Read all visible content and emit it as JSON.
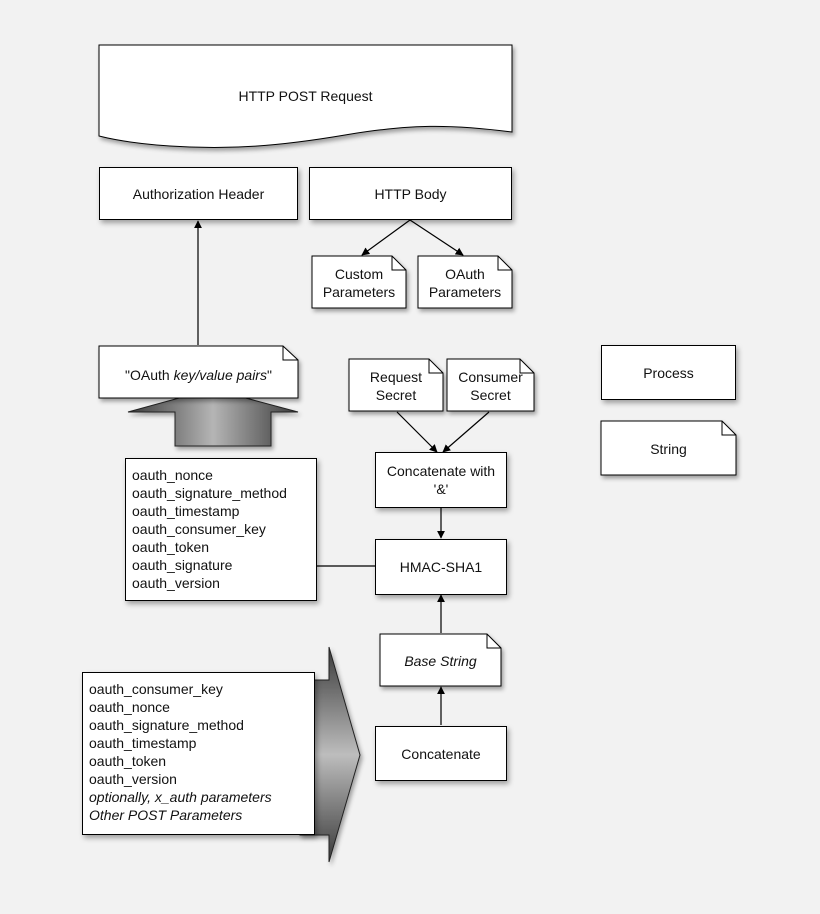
{
  "nodes": {
    "http_post_request": "HTTP POST Request",
    "authorization_header": "Authorization Header",
    "http_body": "HTTP Body",
    "custom_parameters": [
      "Custom",
      "Parameters"
    ],
    "oauth_parameters": [
      "OAuth",
      "Parameters"
    ],
    "oauth_pairs": {
      "pre": "\"OAuth ",
      "italic": "key/value pairs",
      "post": "\""
    },
    "request_secret": [
      "Request",
      "Secret"
    ],
    "consumer_secret": [
      "Consumer",
      "Secret"
    ],
    "concatenate_with": [
      "Concatenate with",
      "'&'"
    ],
    "hmac_sha1": "HMAC-SHA1",
    "base_string": "Base String",
    "concatenate": "Concatenate"
  },
  "signed_params": [
    "oauth_nonce",
    "oauth_signature_method",
    "oauth_timestamp",
    "oauth_consumer_key",
    "oauth_token",
    "oauth_signature",
    "oauth_version"
  ],
  "input_params": {
    "items": [
      "oauth_consumer_key",
      "oauth_nonce",
      "oauth_signature_method",
      "oauth_timestamp",
      "oauth_token",
      "oauth_version"
    ],
    "italic_items": [
      "optionally, x_auth parameters",
      "Other POST Parameters"
    ]
  },
  "legend": {
    "process": "Process",
    "string": "String"
  }
}
